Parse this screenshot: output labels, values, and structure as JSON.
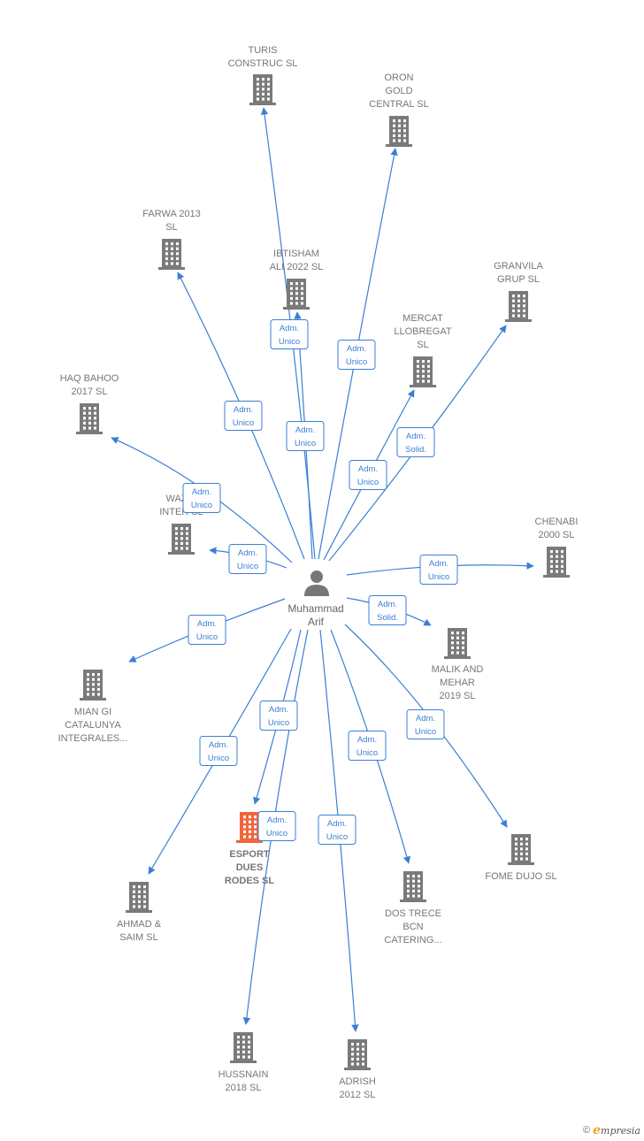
{
  "colors": {
    "edge": "#3a7fd5",
    "building": "#7a7a7a",
    "highlight": "#f0653a",
    "person": "#777777",
    "label": "#777777"
  },
  "center": {
    "name_lines": [
      "Muhammad",
      "Arif"
    ],
    "icon": "person-icon"
  },
  "nodes": [
    {
      "id": "turis",
      "lines": [
        "TURIS",
        "CONSTRUC SL"
      ],
      "highlight": false
    },
    {
      "id": "oron",
      "lines": [
        "ORON",
        "GOLD",
        "CENTRAL  SL"
      ],
      "highlight": false
    },
    {
      "id": "farwa",
      "lines": [
        "FARWA 2013",
        "SL"
      ],
      "highlight": false
    },
    {
      "id": "ibtisham",
      "lines": [
        "IBTISHAM",
        "ALI 2022  SL"
      ],
      "highlight": false
    },
    {
      "id": "granvila",
      "lines": [
        "GRANVILA",
        "GRUP SL"
      ],
      "highlight": false
    },
    {
      "id": "mercat",
      "lines": [
        "MERCAT",
        "LLOBREGAT",
        "SL"
      ],
      "highlight": false
    },
    {
      "id": "haq",
      "lines": [
        "HAQ BAHOO",
        "2017  SL"
      ],
      "highlight": false
    },
    {
      "id": "wazir",
      "lines": [
        "WAZIR",
        "INTER SL"
      ],
      "highlight": false
    },
    {
      "id": "chenabi",
      "lines": [
        "CHENABI",
        "2000  SL"
      ],
      "highlight": false
    },
    {
      "id": "malik",
      "lines": [
        "MALIK AND",
        "MEHAR",
        "2019  SL"
      ],
      "highlight": false
    },
    {
      "id": "miangi",
      "lines": [
        "MIAN GI",
        "CATALUNYA",
        "INTEGRALES..."
      ],
      "highlight": false
    },
    {
      "id": "esport",
      "lines": [
        "ESPORT",
        "DUES",
        "RODES  SL"
      ],
      "highlight": true
    },
    {
      "id": "fome",
      "lines": [
        "FOME DUJO SL"
      ],
      "highlight": false
    },
    {
      "id": "ahmad",
      "lines": [
        "AHMAD &",
        "SAIM SL"
      ],
      "highlight": false
    },
    {
      "id": "dostrece",
      "lines": [
        "DOS TRECE",
        "BCN",
        "CATERING..."
      ],
      "highlight": false
    },
    {
      "id": "hussnain",
      "lines": [
        "HUSSNAIN",
        "2018  SL"
      ],
      "highlight": false
    },
    {
      "id": "adrish",
      "lines": [
        "ADRISH",
        "2012  SL"
      ],
      "highlight": false
    }
  ],
  "edges": [
    {
      "to": "turis",
      "role": [
        "Adm.",
        "Unico"
      ]
    },
    {
      "to": "oron",
      "role": [
        "Adm.",
        "Unico"
      ]
    },
    {
      "to": "farwa",
      "role": [
        "Adm.",
        "Unico"
      ]
    },
    {
      "to": "ibtisham",
      "role": [
        "Adm.",
        "Unico"
      ]
    },
    {
      "to": "granvila",
      "role": [
        "Adm.",
        "Solid."
      ]
    },
    {
      "to": "mercat",
      "role": [
        "Adm.",
        "Unico"
      ]
    },
    {
      "to": "haq",
      "role": [
        "Adm.",
        "Unico"
      ]
    },
    {
      "to": "wazir",
      "role": [
        "Adm.",
        "Unico"
      ]
    },
    {
      "to": "chenabi",
      "role": [
        "Adm.",
        "Unico"
      ]
    },
    {
      "to": "malik",
      "role": [
        "Adm.",
        "Solid."
      ]
    },
    {
      "to": "miangi",
      "role": [
        "Adm.",
        "Unico"
      ]
    },
    {
      "to": "esport",
      "role": [
        "Adm.",
        "Unico"
      ]
    },
    {
      "to": "fome",
      "role": [
        "Adm.",
        "Unico"
      ]
    },
    {
      "to": "ahmad",
      "role": [
        "Adm.",
        "Unico"
      ]
    },
    {
      "to": "dostrece",
      "role": [
        "Adm.",
        "Unico"
      ]
    },
    {
      "to": "hussnain",
      "role": [
        "Adm.",
        "Unico"
      ]
    },
    {
      "to": "adrish",
      "role": [
        "Adm.",
        "Unico"
      ]
    }
  ],
  "footer": {
    "copyright": "©",
    "brand_e": "e",
    "brand_rest": "mpresia"
  }
}
